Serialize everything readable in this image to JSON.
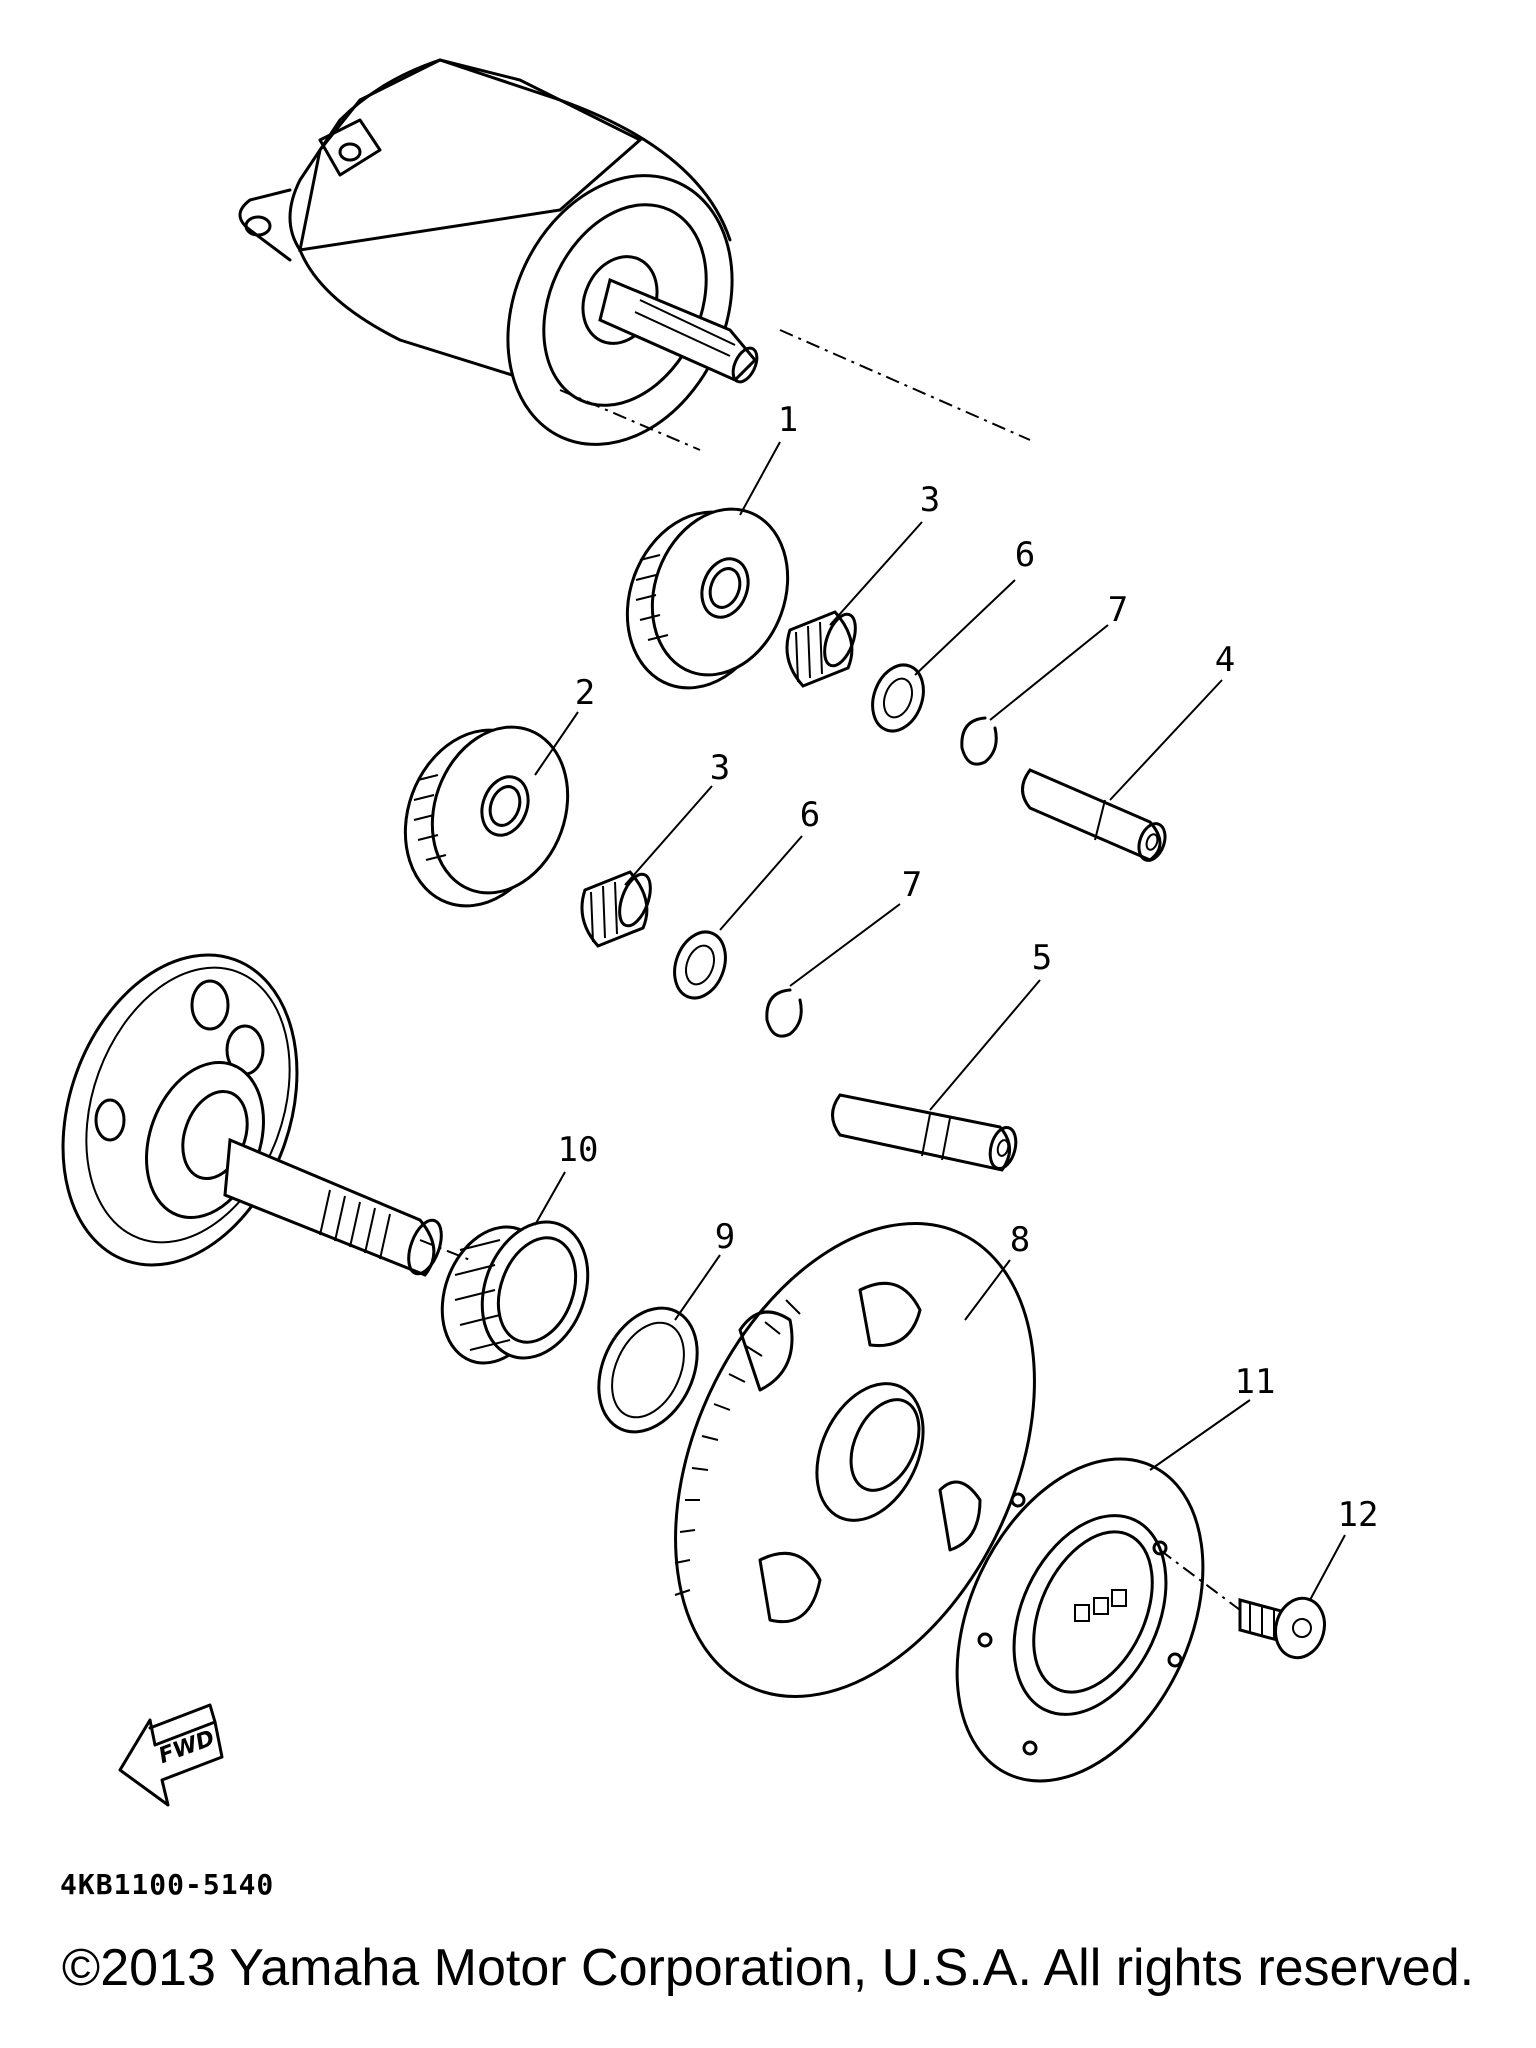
{
  "labels": {
    "p1": "1",
    "p2": "2",
    "p3a": "3",
    "p3b": "3",
    "p4": "4",
    "p5": "5",
    "p6a": "6",
    "p6b": "6",
    "p7a": "7",
    "p7b": "7",
    "p8": "8",
    "p9": "9",
    "p10": "10",
    "p11": "11",
    "p12": "12"
  },
  "fwd_label": "FWD",
  "drawing_code": "4KB1100-5140",
  "copyright": "©2013 Yamaha Motor Corporation, U.S.A. All rights reserved.",
  "colors": {
    "ink": "#000000",
    "paper": "#ffffff"
  }
}
